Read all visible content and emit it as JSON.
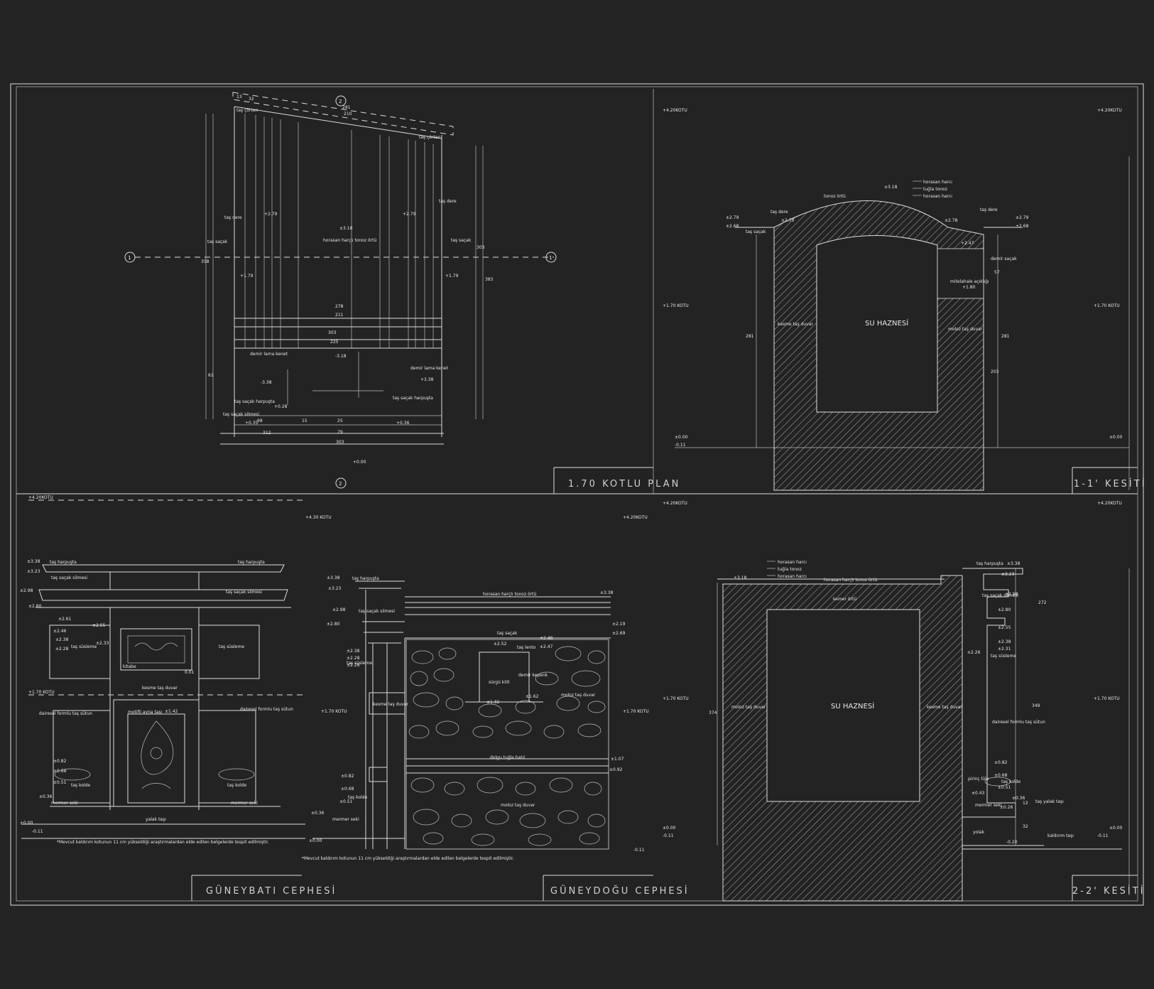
{
  "titles": {
    "plan": "1.70 KOTLU PLAN",
    "s11": "1-1' KESİTİ",
    "sw": "GÜNEYBATI CEPHESİ",
    "se": "GÜNEYDOĞU CEPHESİ",
    "s22": "2-2' KESİTİ"
  },
  "plan": {
    "axis1": "1",
    "axis2": "2",
    "labels": {
      "tas_corten": "taş çörten",
      "tas_corten2": "taş çörten",
      "tas_dere_l": "taş dere",
      "tas_dere_r": "taş dere",
      "tas_sacak_l": "taş saçak",
      "tas_sacak_r": "taş saçak",
      "tonoz": "horasan harçlı tonoz örtü",
      "demir_kenet_l": "demir lama kenet",
      "demir_kenet_r": "demir lama kenet",
      "harpusta_l": "taş saçak harpuşta",
      "harpusta_r": "taş saçak harpuşta",
      "silme": "taş saçak silmesi"
    },
    "levels": {
      "top": "±3.18",
      "l": "+2.79",
      "r": "+2.79",
      "l2": "+1.79",
      "r2": "+1.79",
      "mid": "-3.18",
      "a": "-3.38",
      "b": "+3.38",
      "c": "+0.28",
      "d": "+0.35",
      "e": "+0.36",
      "f": "+0.00"
    },
    "dims": [
      "13",
      "32",
      "281",
      "210",
      "278",
      "211",
      "303",
      "225",
      "98",
      "15",
      "25",
      "79",
      "312",
      "303",
      "358",
      "383",
      "303",
      "61"
    ]
  },
  "s11": {
    "kot_top_l": "+4.20KOTU",
    "kot_top_r": "+4.20KOTU",
    "kot_mid_l": "+1.70 KOTU",
    "kot_mid_r": "+1.70 KOTU",
    "kot_bot_r": "±0.00",
    "kot_bot_l1": "±0.00",
    "kot_bot_l2": "-0.11",
    "haz": "SU HAZNESİ",
    "layers": [
      "horasan harcı",
      "tuğla tonoz",
      "horasan harcı"
    ],
    "tonoz_ortu": "tonoz örtü",
    "top_level": "±3.18",
    "tas_dere_l": "taş dere",
    "tas_dere_r": "taş dere",
    "tas_sacak": "taş saçak",
    "kesme": "kesme taş duvar",
    "moloz": "moloz taş duvar",
    "demir": "demir saçak",
    "mitelahale": "mitelahale açıklığı",
    "lv": [
      "±2.79",
      "±2.68",
      "±2.70",
      "±2.78",
      "±2.79",
      "±2.68",
      "+2.47",
      "+1.80"
    ],
    "dims": [
      "281",
      "281",
      "203",
      "57"
    ]
  },
  "sw": {
    "kot_top": "+4.20KOTU",
    "kot_mid": "+1.70 KOTU",
    "harpusta_l": "taş harpuşta",
    "harpusta_r": "taş harpuşta",
    "silme_l": "taş saçak silmesi",
    "silme_r": "taş saçak silmesi",
    "stleme_l": "taş süsleme",
    "stleme_r": "taş süsleme",
    "kitabe": "kitabe",
    "kesme": "kesme taş duvar",
    "dsutun_l": "dairesel formlu taş sütun",
    "dsutun_r": "dairesel formlu taş sütun",
    "motifli": "motifli ayna taşı",
    "kolde_l": "taş kolde",
    "kolde_r": "taş kolde",
    "mermer_l": "mermer seki",
    "mermer_r": "mermer seki",
    "yalak": "yalak taşı",
    "note": "*Mevcut kaldırım kotunun 11 cm yükseldiği araştırmalardan elde edilen belgelerde tespit edilmiştir.",
    "lv": [
      "±3.38",
      "±3.23",
      "±2.98",
      "±2.80",
      "±2.61",
      "±2.55",
      "±2.46",
      "±2.38",
      "±2.28",
      "±2.33",
      "±0.82",
      "±0.68",
      "±0.51",
      "±0.36",
      "±0.00",
      "-0.11",
      "±1.42",
      "0.01"
    ]
  },
  "se": {
    "kot_top": "+4.20KOTU",
    "kot_top2": "+4.30 KOTU",
    "kot_mid_l": "+1.70 KOTU",
    "kot_mid_r": "+1.70 KOTU",
    "harpusta": "taş harpuşta",
    "silme": "taş saçak silmesi",
    "tonoz": "horasan harçlı tonoz örtü",
    "sacak": "taş saçak",
    "lento": "taş lento",
    "kepenk": "demir kepenk",
    "surgulu": "sürgü kilit",
    "moloz": "moloz taş duvar",
    "kesme": "kesme taş duvar",
    "tugla": "dolgu tuğla hatıl",
    "moloz2": "moloz taş duvar",
    "kolde": "taş kolde",
    "mermer": "mermer seki",
    "stleme": "taş süsleme",
    "note": "*Mevcut kaldırım kotunun 11 cm yükseldiği araştırmalardan elde edilen belgelerde tespit edilmiştir.",
    "lv": [
      "±3.38",
      "±3.23",
      "±2.98",
      "±2.80",
      "±2.52",
      "±2.48",
      "±2.47",
      "±2.19",
      "±2.69",
      "±1.62",
      "±1.32",
      "±1.07",
      "±0.92",
      "±0.82",
      "±0.68",
      "±0.51",
      "±0.36",
      "±0.00",
      "-0.11",
      "±2.38",
      "±2.28",
      "±2.28",
      "±3.38"
    ]
  },
  "s22": {
    "kot_top_l": "+4.20KOTU",
    "kot_top_r": "+4.20KOTU",
    "kot_mid_l": "+1.70 KOTU",
    "kot_mid_r": "+1.70 KOTU",
    "haz": "SU HAZNESİ",
    "layers": [
      "horasan harcı",
      "tuğla tonoz",
      "horasan harcı"
    ],
    "tonoz": "horasan harçlı tonoz örtü",
    "kemer": "kemer örtü",
    "moloz": "moloz taş duvar",
    "kesme": "kesme taş duvar",
    "harpusta": "taş harpuşta",
    "silme": "taş saçak silmesi",
    "stleme": "taş süsleme",
    "dsutun": "dairesel formlu taş sütun",
    "pirinc": "pirinç lüle",
    "kolde": "taş kolde",
    "mermer": "mermer seki",
    "yalak": "taş yalak taşı",
    "yolak": "yolak",
    "kaldirim": "kaldırım taşı",
    "lv": [
      "±3.18",
      "±3.38",
      "±3.23",
      "±2.98",
      "±2.80",
      "±2.55",
      "±2.38",
      "±2.31",
      "±2.26",
      "±0.82",
      "±0.68",
      "±0.51",
      "±0.43",
      "±0.36",
      "±0.26",
      "-0.20",
      "±0.00",
      "-0.11",
      "±0.00",
      "-0.11"
    ],
    "dims": [
      "374",
      "349",
      "272",
      "12",
      "32"
    ]
  }
}
